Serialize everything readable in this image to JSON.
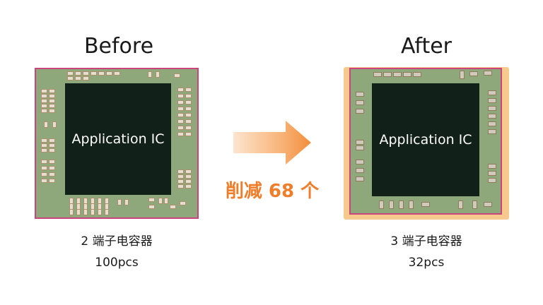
{
  "before": {
    "heading": "Before",
    "ic_label": "Application IC",
    "capacitor_type": "2 端子电容器",
    "count": "100pcs"
  },
  "after": {
    "heading": "After",
    "ic_label": "Application IC",
    "capacitor_type": "3 端子电容器",
    "count": "32pcs"
  },
  "reduction_label": "削减 68 个",
  "colors": {
    "pcb": "#8ea77b",
    "pcb_border": "#c9457c",
    "after_frame": "#f8c98c",
    "die": "#12201a",
    "arrow": "#f5a05a",
    "reduction_text": "#f07d2a"
  }
}
